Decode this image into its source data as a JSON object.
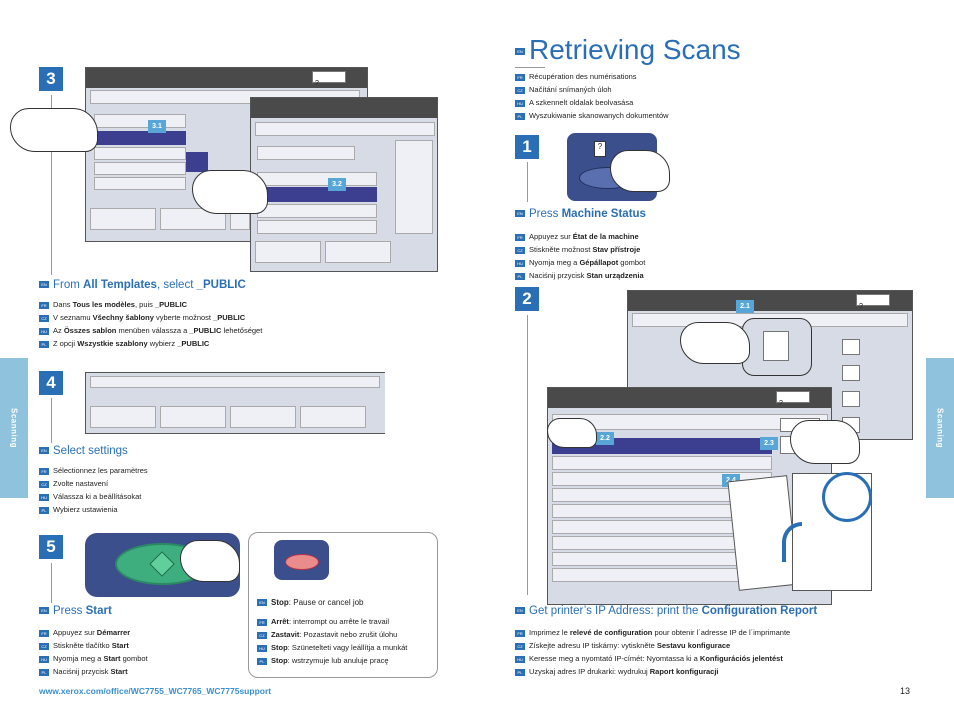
{
  "title": "Retrieving Scans",
  "title_translations": [
    "Récupération des numérisations",
    "Načítání snímaných úloh",
    "A szkennelt oldalak beolvasása",
    "Wyszukiwanie skanowanych dokumentów"
  ],
  "sidebar_label": "Scanning",
  "langs": [
    "EN",
    "FR",
    "CZ",
    "HU",
    "PL"
  ],
  "callouts": [
    "3.1",
    "3.2",
    "2.1",
    "2.2",
    "2.3",
    "2.4"
  ],
  "step_numbers": [
    "3",
    "4",
    "5",
    "1",
    "2"
  ],
  "step3": {
    "head_pre": "From ",
    "head_b1": "All Templates",
    "head_mid": ", select ",
    "head_b2": "_PUBLIC",
    "fr_pre": "Dans ",
    "fr_b1": "Tous les modèles",
    "fr_mid": ", puis ",
    "fr_b2": "_PUBLIC",
    "cz_pre": "V seznamu ",
    "cz_b1": "Všechny šablony",
    "cz_mid": " vyberte možnost ",
    "cz_b2": "_PUBLIC",
    "hu_pre": "Az ",
    "hu_b1": "Összes sablon",
    "hu_mid": " menüben válassza a ",
    "hu_b2": "_PUBLIC",
    "hu_post": " lehetőséget",
    "pl_pre": "Z opcji ",
    "pl_b1": "Wszystkie szablony",
    "pl_mid": " wybierz ",
    "pl_b2": "_PUBLIC"
  },
  "step4": {
    "head": "Select settings",
    "fr": "Sélectionnez les paramètres",
    "cz": "Zvolte nastavení",
    "hu": "Válassza ki a beállításokat",
    "pl": "Wybierz ustawienia"
  },
  "step5": {
    "head_pre": "Press ",
    "head_b": "Start",
    "fr_pre": "Appuyez sur ",
    "fr_b": "Démarrer",
    "cz_pre": "Stiskněte tlačítko ",
    "cz_b": "Start",
    "hu_pre": "Nyomja meg a ",
    "hu_b": "Start",
    "hu_post": " gombot",
    "pl_pre": "Naciśnij przycisk ",
    "pl_b": "Start"
  },
  "stop": {
    "en_b": "Stop",
    "en_post": ": Pause or cancel job",
    "fr_b": "Arrêt",
    "fr_post": ": interrompt ou arrête le travail",
    "cz_b": "Zastavit",
    "cz_post": ": Pozastavit nebo zrušit úlohu",
    "hu_b": "Stop",
    "hu_post": ": Szünetelteti vagy leállítja a munkát",
    "pl_b": "Stop",
    "pl_post": ": wstrzymuje lub anuluje pracę"
  },
  "step1": {
    "head_pre": "Press ",
    "head_b": "Machine Status",
    "fr_pre": "Appuyez sur ",
    "fr_b": "État de la machine",
    "cz_pre": "Stiskněte možnost ",
    "cz_b": "Stav přístroje",
    "hu_pre": "Nyomja meg a ",
    "hu_b": "Gépállapot",
    "hu_post": " gombot",
    "pl_pre": "Naciśnij przycisk ",
    "pl_b": "Stan urządzenia"
  },
  "step2": {
    "head_pre": "Get printer’s IP Address: print the ",
    "head_b": "Configuration Report",
    "fr_pre": "Imprimez le ",
    "fr_b": "relevé de configuration",
    "fr_post": " pour obtenir l´adresse IP de l´imprimante",
    "cz_pre": "Získejte adresu IP tiskárny: vytiskněte ",
    "cz_b": "Sestavu konfigurace",
    "hu_pre": "Keresse meg a nyomtató IP-címét: Nyomtassa ki a ",
    "hu_b": "Konfigurációs jelentést",
    "pl_pre": "Uzyskaj adres IP drukarki: wydrukuj ",
    "pl_b": "Raport konfiguracji"
  },
  "footer_url": "www.xerox.com/office/WC7755_WC7765_WC7775support",
  "page_number": "13",
  "colors": {
    "accent": "#2a6fb5",
    "sidetab": "#8fc3dd",
    "callout": "#58a6d8",
    "screen_blue": "#3c3f8f",
    "url": "#3a8fd0"
  }
}
